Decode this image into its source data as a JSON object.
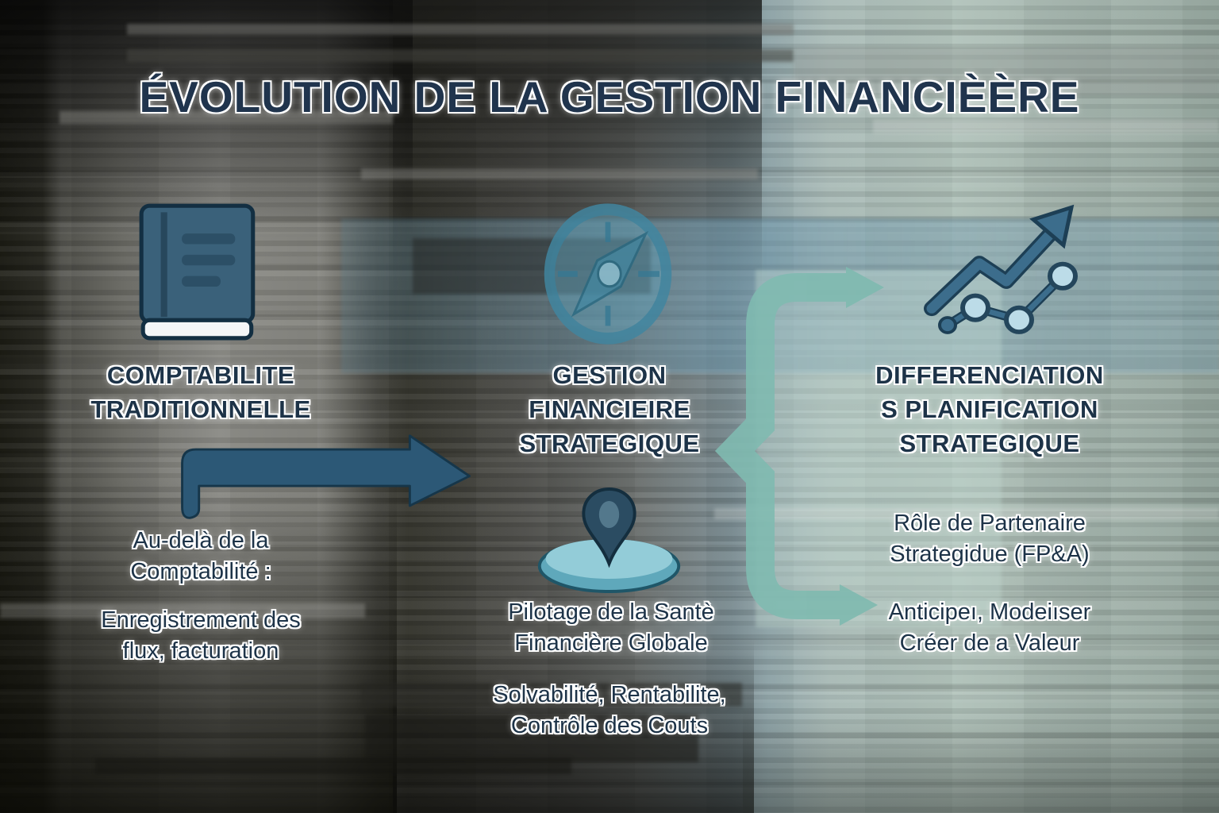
{
  "title": "ÉVOLUTION DE LA GESTION FINANCIÈÈRE",
  "columns": [
    {
      "id": "comptabilite-traditionnelle",
      "icon": "ledger-book-icon",
      "heading": "COMPTABILITE\nTRADITIONNELLE",
      "paragraphs": [
        "Au-delà de la\nComptabilité :",
        "Enregistrement des\nflux, facturation"
      ]
    },
    {
      "id": "gestion-financiere-strategique",
      "icon": "compass-icon",
      "secondary_icon": "location-pin-disc-icon",
      "heading": "GESTION\nFINANCIEIRE\nSTRATEGIQUE",
      "paragraphs": [
        "Pilotage de la Santè\nFinancière Globale",
        "Solvabilité, Rentabilite,\nContrôle des Couts"
      ]
    },
    {
      "id": "differenciation-planification-strategique",
      "icon": "growth-chart-icon",
      "heading": "DIFFERENCIATION\nS PLANIFICATION\nSTRATEGIQUE",
      "paragraphs": [
        "Rôle de Partenaire\nStrategidue (FP&A)",
        "Anticipeı, Modeiıser\nCréer de a Valeur"
      ]
    }
  ],
  "connectors": [
    {
      "icon": "flow-arrow-icon",
      "from": "comptabilite-traditionnelle",
      "to": "gestion-financiere-strategique"
    },
    {
      "icon": "brace-double-arrow-icon",
      "from": "gestion-financiere-strategique",
      "to": "differenciation-planification-strategique"
    }
  ],
  "colors": {
    "title_text": "#20344d",
    "body_text": "#1d3348",
    "text_outline": "#ffffff",
    "flow_arrow_fill": "#2c5876",
    "brace_teal": "#7fbab0",
    "icon_steel_blue": "#3c6d8c",
    "icon_dark_outline": "#1d3f55",
    "compass_teal": "#5b9cb3",
    "disc_teal": "#5fa8bb",
    "disc_top_teal": "#93ccd8",
    "pin_navy": "#2b4c62",
    "book_fill": "#3a617a",
    "book_pages_white": "#f4f6f7",
    "node_fill": "#bcdce8"
  }
}
